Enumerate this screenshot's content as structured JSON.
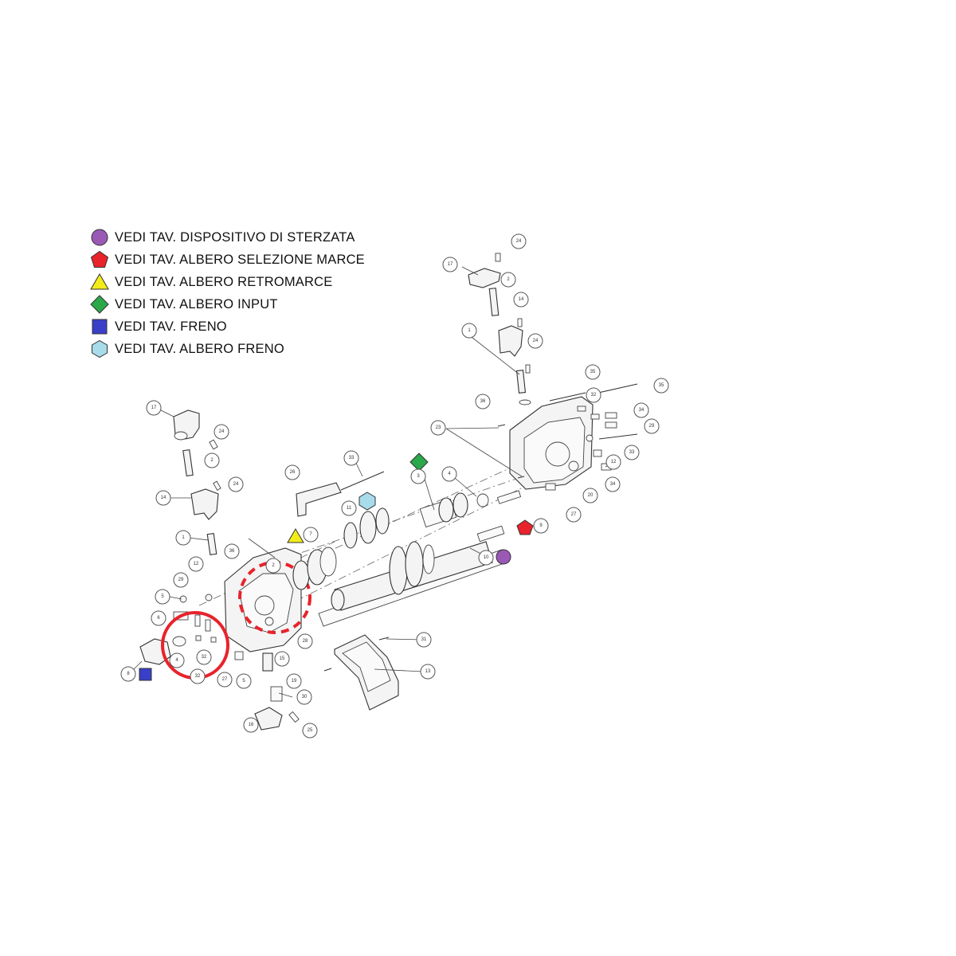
{
  "legend": {
    "items": [
      {
        "shape": "circle",
        "color": "#9b59b6",
        "label": "VEDI TAV. DISPOSITIVO DI STERZATA"
      },
      {
        "shape": "pentagon",
        "color": "#e8232b",
        "label": "VEDI TAV. ALBERO SELEZIONE MARCE"
      },
      {
        "shape": "triangle",
        "color": "#f2ec1a",
        "label": "VEDI TAV. ALBERO RETROMARCE"
      },
      {
        "shape": "diamond",
        "color": "#2ba84a",
        "label": "VEDI TAV. ALBERO INPUT"
      },
      {
        "shape": "square",
        "color": "#3a3fc8",
        "label": "VEDI TAV. FRENO"
      },
      {
        "shape": "hexagon",
        "color": "#a8dcea",
        "label": "VEDI TAV. ALBERO FRENO"
      }
    ]
  },
  "highlight_color": "#e8232b",
  "callouts": [
    "17",
    "24",
    "2",
    "14",
    "24",
    "1",
    "36",
    "35",
    "32",
    "35",
    "34",
    "29",
    "12",
    "33",
    "34",
    "20",
    "27",
    "9",
    "23",
    "3",
    "4",
    "33",
    "26",
    "11",
    "7",
    "10",
    "17",
    "24",
    "2",
    "24",
    "14",
    "1",
    "36",
    "12",
    "29",
    "5",
    "6",
    "8",
    "4",
    "32",
    "32",
    "27",
    "5",
    "15",
    "19",
    "30",
    "16",
    "25",
    "28",
    "2",
    "31",
    "13"
  ]
}
